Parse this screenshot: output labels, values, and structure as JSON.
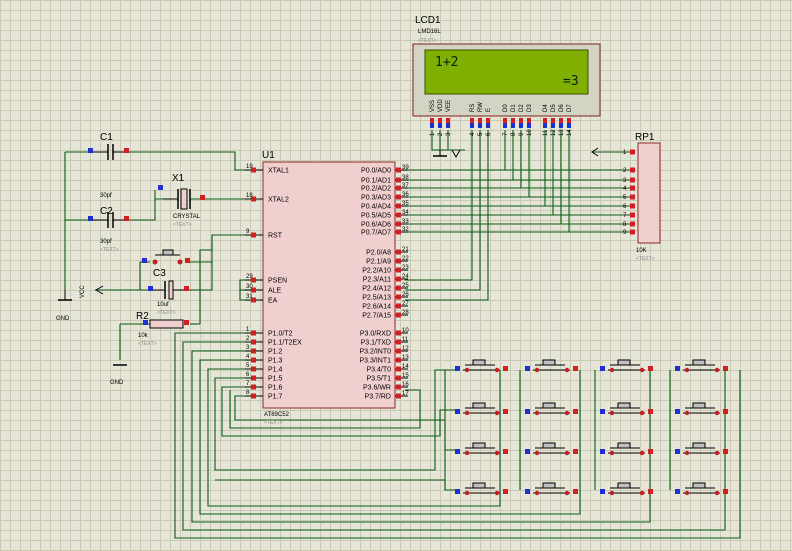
{
  "lcd": {
    "ref": "LCD1",
    "part": "LMD16L",
    "text_tag": "<TEXT>",
    "line1": "1+2",
    "line2": "=3",
    "pins": [
      "VSS",
      "VDD",
      "VEE",
      "RS",
      "RW",
      "E",
      "D0",
      "D1",
      "D2",
      "D3",
      "D4",
      "D5",
      "D6",
      "D7"
    ],
    "pin_numbers": [
      "1",
      "2",
      "3",
      "4",
      "5",
      "6",
      "7",
      "8",
      "9",
      "10",
      "11",
      "12",
      "13",
      "14"
    ]
  },
  "mcu": {
    "ref": "U1",
    "part": "AT89C52",
    "text_tag": "<TEXT>",
    "left_pins": [
      {
        "name": "XTAL1",
        "num": "19"
      },
      {
        "name": "XTAL2",
        "num": "18"
      },
      {
        "name": "RST",
        "num": "9"
      },
      {
        "name": "PSEN",
        "num": "29"
      },
      {
        "name": "ALE",
        "num": "30"
      },
      {
        "name": "EA",
        "num": "31"
      },
      {
        "name": "P1.0/T2",
        "num": "1"
      },
      {
        "name": "P1.1/T2EX",
        "num": "2"
      },
      {
        "name": "P1.2",
        "num": "3"
      },
      {
        "name": "P1.3",
        "num": "4"
      },
      {
        "name": "P1.4",
        "num": "5"
      },
      {
        "name": "P1.5",
        "num": "6"
      },
      {
        "name": "P1.6",
        "num": "7"
      },
      {
        "name": "P1.7",
        "num": "8"
      }
    ],
    "right_pins": [
      {
        "name": "P0.0/AD0",
        "num": "39"
      },
      {
        "name": "P0.1/AD1",
        "num": "38"
      },
      {
        "name": "P0.2/AD2",
        "num": "37"
      },
      {
        "name": "P0.3/AD3",
        "num": "36"
      },
      {
        "name": "P0.4/AD4",
        "num": "35"
      },
      {
        "name": "P0.5/AD5",
        "num": "34"
      },
      {
        "name": "P0.6/AD6",
        "num": "33"
      },
      {
        "name": "P0.7/AD7",
        "num": "32"
      },
      {
        "name": "P2.0/A8",
        "num": "21"
      },
      {
        "name": "P2.1/A9",
        "num": "22"
      },
      {
        "name": "P2.2/A10",
        "num": "23"
      },
      {
        "name": "P2.3/A11",
        "num": "24"
      },
      {
        "name": "P2.4/A12",
        "num": "25"
      },
      {
        "name": "P2.5/A13",
        "num": "26"
      },
      {
        "name": "P2.6/A14",
        "num": "27"
      },
      {
        "name": "P2.7/A15",
        "num": "28"
      },
      {
        "name": "P3.0/RXD",
        "num": "10"
      },
      {
        "name": "P3.1/TXD",
        "num": "11"
      },
      {
        "name": "P3.2/INT0",
        "num": "12"
      },
      {
        "name": "P3.3/INT1",
        "num": "13"
      },
      {
        "name": "P3.4/T0",
        "num": "14"
      },
      {
        "name": "P3.5/T1",
        "num": "15"
      },
      {
        "name": "P3.6/WR",
        "num": "16"
      },
      {
        "name": "P3.7/RD",
        "num": "17"
      }
    ]
  },
  "components": {
    "c1": {
      "ref": "C1",
      "value": "30pf",
      "tag": "<TEXT>"
    },
    "c2": {
      "ref": "C2",
      "value": "30pf",
      "tag": "<TEXT>"
    },
    "x1": {
      "ref": "X1",
      "value": "CRYSTAL",
      "tag": "<TEXT>"
    },
    "c3": {
      "ref": "C3",
      "value": "10uf",
      "tag": "<TEXT>"
    },
    "r2": {
      "ref": "R2",
      "value": "10k",
      "tag": "<TEXT>"
    },
    "rp1": {
      "ref": "RP1",
      "value": "10K",
      "tag": "<TEXT>",
      "pins": [
        "1",
        "2",
        "3",
        "4",
        "5",
        "6",
        "7",
        "8",
        "9"
      ]
    },
    "vcc": "VCC",
    "gnd1": "GND",
    "gnd2": "GND"
  },
  "keypad": {
    "rows": 4,
    "cols": 4
  }
}
